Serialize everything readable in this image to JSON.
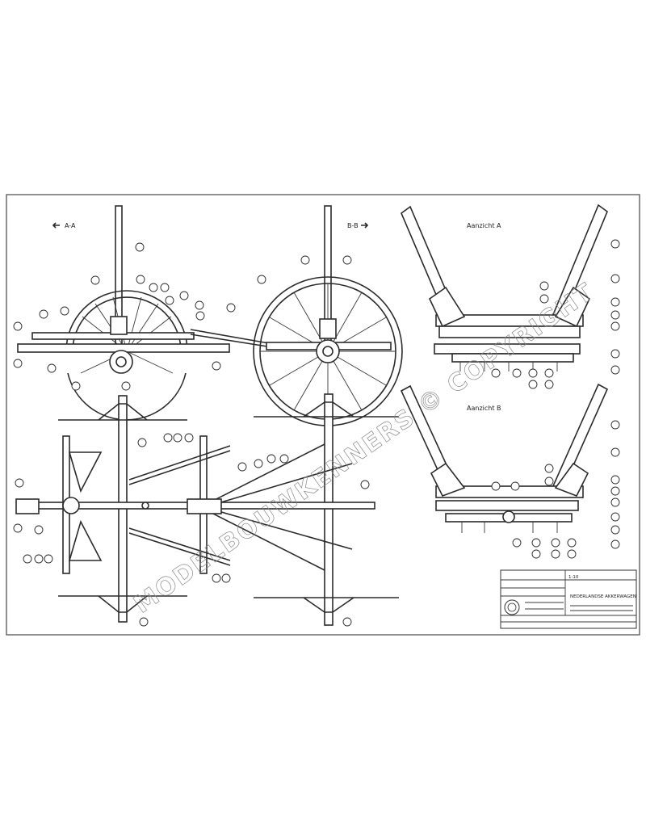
{
  "views": {
    "side_a_label": "A-A",
    "side_b_label": "B-B",
    "aanzicht_a": "Aanzicht A",
    "aanzicht_b": "Aanzicht B"
  },
  "watermark": "MODELBOUWKENNERS © COPYRIGHT",
  "title_block": {
    "title": "NEDERLANDSE AKKERWAGEN",
    "small_text": "1:10"
  },
  "colors": {
    "line": "#2b2b2b",
    "paper": "#ffffff",
    "border": "#555555"
  }
}
